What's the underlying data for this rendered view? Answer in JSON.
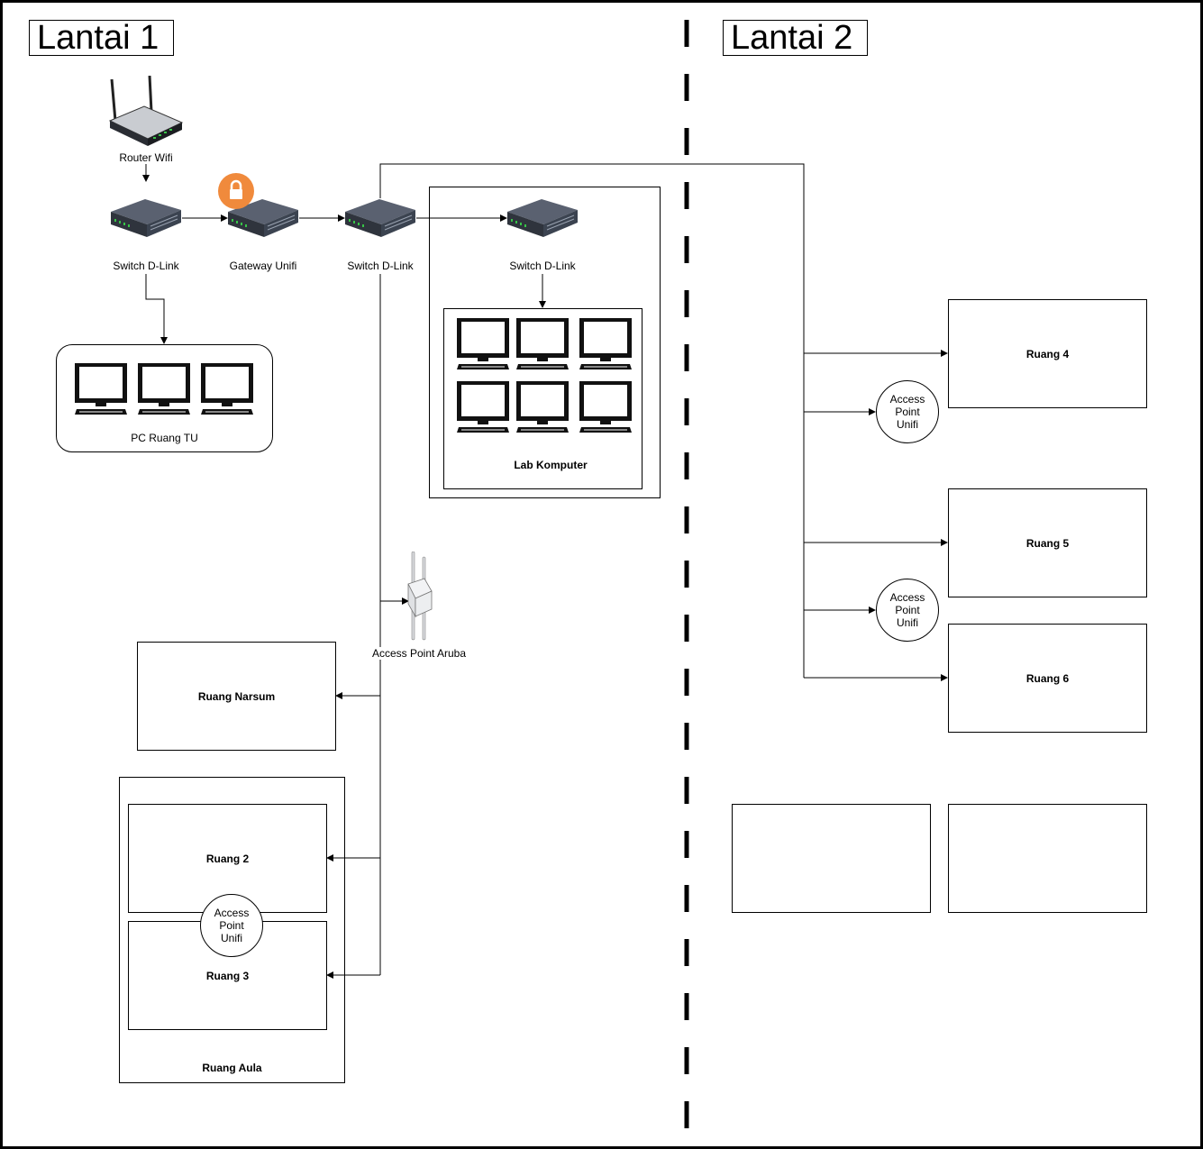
{
  "floors": {
    "left_title": "Lantai 1",
    "right_title": "Lantai 2"
  },
  "devices": {
    "router": "Router Wifi",
    "switch_1": "Switch D-Link",
    "gateway": "Gateway Unifi",
    "switch_2": "Switch D-Link",
    "switch_lab": "Switch D-Link",
    "ap_aruba": "Access Point Aruba"
  },
  "groups": {
    "pc_tu": "PC Ruang TU",
    "lab": "Lab Komputer",
    "aula": "Ruang Aula"
  },
  "rooms": {
    "narsum": "Ruang Narsum",
    "ruang2": "Ruang 2",
    "ruang3": "Ruang 3",
    "ruang4": "Ruang 4",
    "ruang5": "Ruang 5",
    "ruang6": "Ruang 6",
    "empty_a": "",
    "empty_b": ""
  },
  "access_points": {
    "ap_aula": "Access\nPoint\nUnifi",
    "ap_r4": "Access\nPoint\nUnifi",
    "ap_r56": "Access\nPoint\nUnifi"
  },
  "icons": {
    "router": "wifi-router-icon",
    "switch": "network-switch-icon",
    "gateway_badge": "lock-icon",
    "computer": "monitor-icon",
    "access_point": "access-point-icon"
  },
  "colors": {
    "lock_badge": "#f08a3c",
    "switch_body": "#3b4350",
    "port_led": "#37c447"
  }
}
